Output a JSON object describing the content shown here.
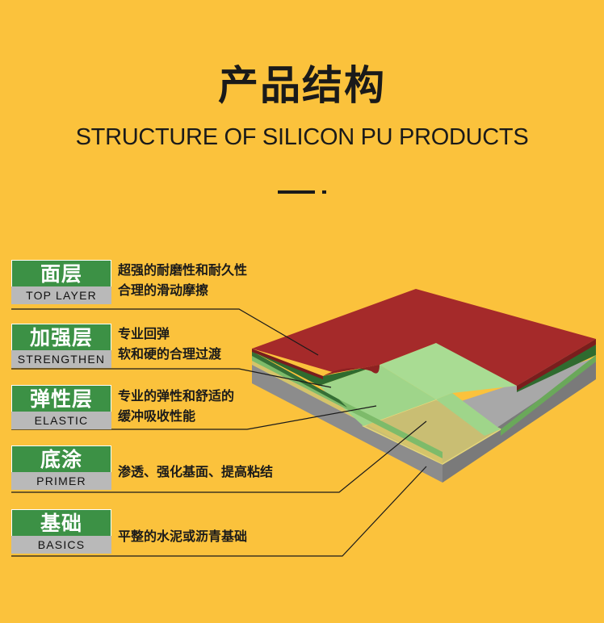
{
  "header": {
    "title_cn": "产品结构",
    "title_en": "STRUCTURE OF SILICON PU PRODUCTS"
  },
  "layers": [
    {
      "cn": "面层",
      "en": "TOP LAYER",
      "desc": [
        "超强的耐磨性和耐久性",
        "合理的滑动摩擦"
      ]
    },
    {
      "cn": "加强层",
      "en": "STRENGTHEN",
      "desc": [
        "专业回弹",
        "软和硬的合理过渡"
      ]
    },
    {
      "cn": "弹性层",
      "en": "ELASTIC",
      "desc": [
        "专业的弹性和舒适的",
        "缓冲吸收性能"
      ]
    },
    {
      "cn": "底涂",
      "en": "PRIMER",
      "desc": [
        "渗透、强化基面、提高粘结"
      ]
    },
    {
      "cn": "基础",
      "en": "BASICS",
      "desc": [
        "平整的水泥或沥青基础"
      ]
    }
  ],
  "colors": {
    "background": "#fbc23c",
    "label_green": "#3c9145",
    "label_gray": "#b9b9b9",
    "top_layer": "#a52a2a",
    "strengthen": "#2f6b2f",
    "elastic": "#9fd58a",
    "primer": "#c9be73",
    "basics": "#9a9a9a"
  }
}
